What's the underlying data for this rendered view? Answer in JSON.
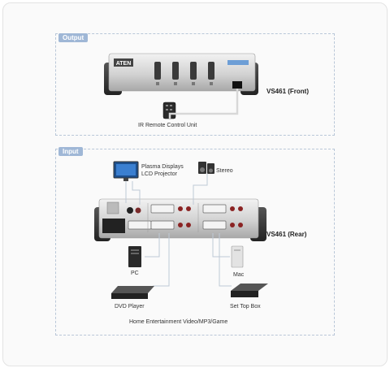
{
  "sections": {
    "output": "Output",
    "input": "Input"
  },
  "labels": {
    "front": "VS461 (Front)",
    "remote": "IR Remote Control Unit",
    "display": "Plasma Displays\nLCD Projector",
    "stereo": "Stereo",
    "rear": "VS461 (Rear)",
    "pc": "PC",
    "mac": "Mac",
    "dvd": "DVD Player",
    "stb": "Set Top Box",
    "footer": "Home Entertainment Video/MP3/Game"
  },
  "brand": "ATEN"
}
